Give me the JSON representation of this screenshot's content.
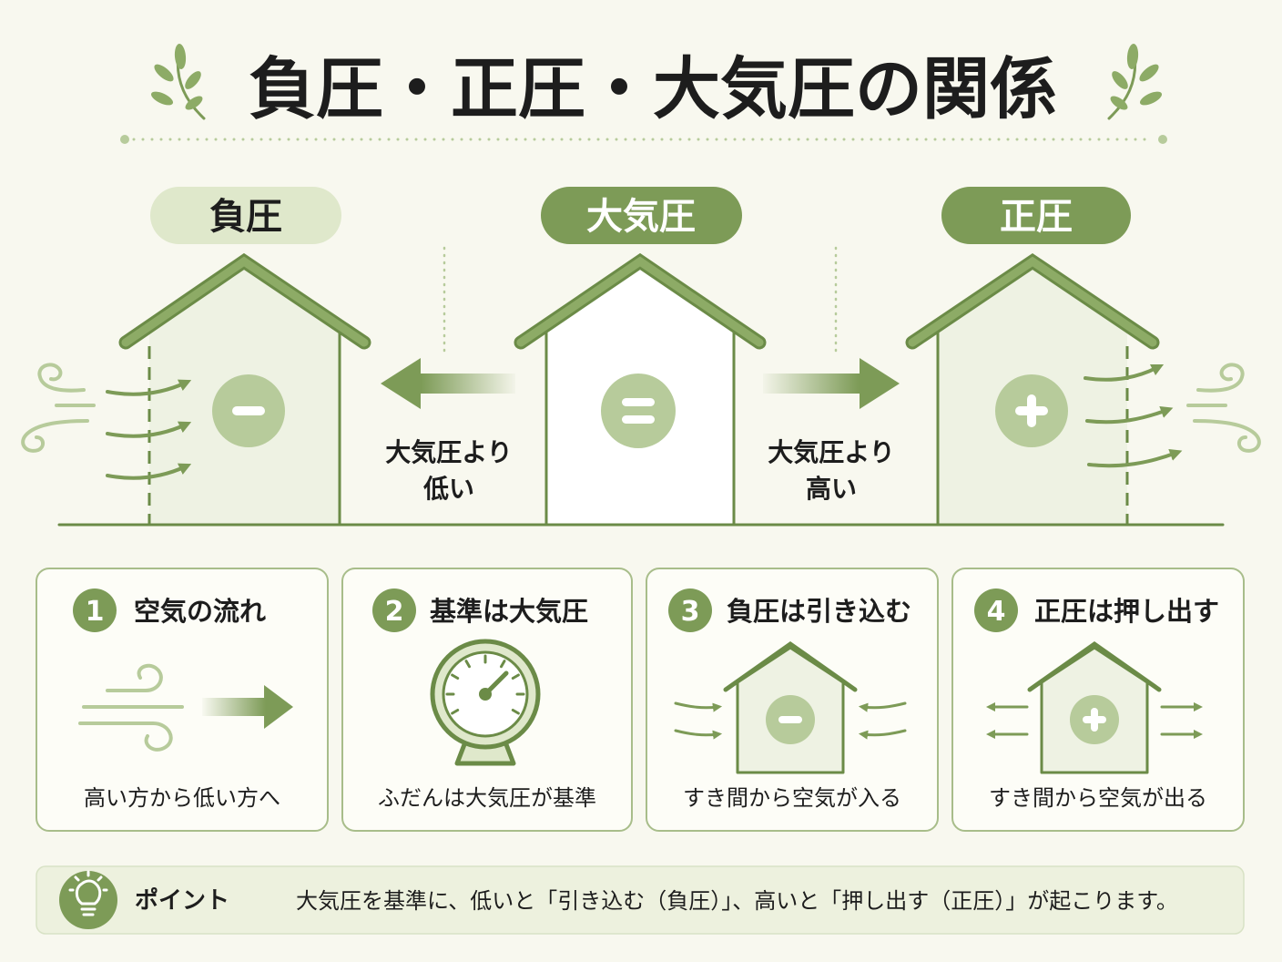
{
  "title": "負圧・正圧・大気圧の関係",
  "states": {
    "negative": {
      "label": "負圧",
      "icon": "minus-icon"
    },
    "atmospheric": {
      "label": "大気圧",
      "icon": "equals-icon"
    },
    "positive": {
      "label": "正圧",
      "icon": "plus-icon"
    }
  },
  "comparisons": {
    "lower": {
      "lines": [
        "大気圧より",
        "低い"
      ],
      "icon": "arrow-left-icon"
    },
    "higher": {
      "lines": [
        "大気圧より",
        "高い"
      ],
      "icon": "arrow-right-icon"
    }
  },
  "cards": [
    {
      "number": "1",
      "title": "空気の流れ",
      "caption": "高い方から低い方へ",
      "icon": "wind-flow-icon"
    },
    {
      "number": "2",
      "title": "基準は大気圧",
      "caption": "ふだんは大気圧が基準",
      "icon": "pressure-gauge-icon"
    },
    {
      "number": "3",
      "title": "負圧は引き込む",
      "caption": "すき間から空気が入る",
      "icon": "house-inflow-icon"
    },
    {
      "number": "4",
      "title": "正圧は押し出す",
      "caption": "すき間から空気が出る",
      "icon": "house-outflow-icon"
    }
  ],
  "point": {
    "label": "ポイント",
    "text": "大気圧を基準に、低いと「引き込む（負圧）」、高いと「押し出す（正圧）」が起こります。",
    "icon": "lightbulb-icon"
  },
  "decorations": {
    "icons": [
      "leaf-sprig-icon",
      "wind-swirl-icon",
      "inflow-arrow-icon",
      "outflow-arrow-icon"
    ]
  },
  "colors": {
    "background": "#f8f8ef",
    "primary": "#7d9b57",
    "dark": "#6b8b47",
    "roof": "#8dab66",
    "light": "#b7cb9b",
    "pale": "#dfe8cb",
    "wall": "#eef2e3",
    "card_border": "#a8bd8a",
    "card_bg": "#fdfdf7",
    "bar": "#edf1de",
    "text": "#1d1d1d"
  }
}
